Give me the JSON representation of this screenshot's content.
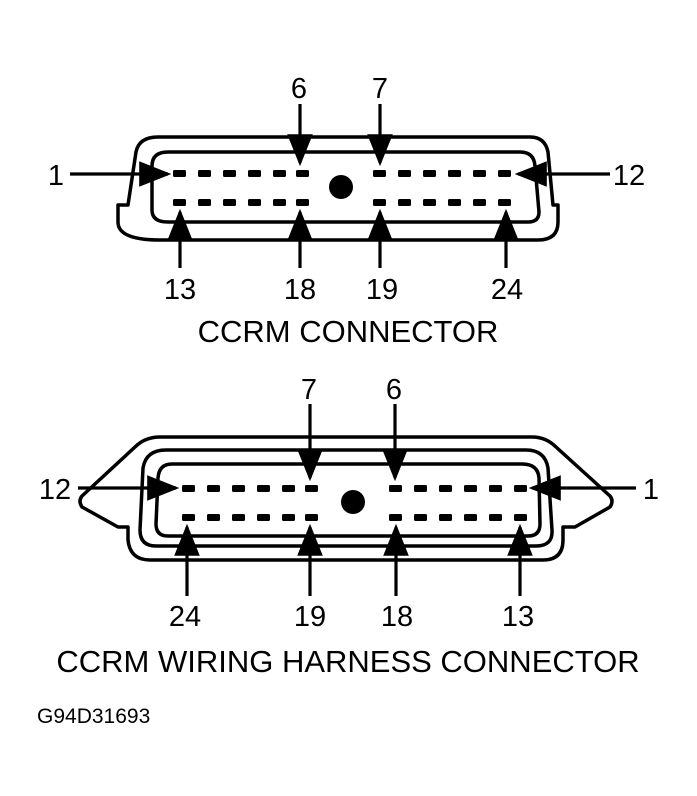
{
  "ccrm_connector": {
    "title": "CCRM CONNECTOR",
    "pins": {
      "top_left": "1",
      "top_mid_left": "6",
      "top_mid_right": "7",
      "top_right": "12",
      "bottom_left": "13",
      "bottom_mid_left": "18",
      "bottom_mid_right": "19",
      "bottom_right": "24"
    }
  },
  "harness_connector": {
    "title": "CCRM WIRING HARNESS CONNECTOR",
    "pins": {
      "top_left": "12",
      "top_mid_left": "7",
      "top_mid_right": "6",
      "top_right": "1",
      "bottom_left": "24",
      "bottom_mid_left": "19",
      "bottom_mid_right": "18",
      "bottom_right": "13"
    }
  },
  "figure_code": "G94D31693",
  "colors": {
    "ink": "#000000",
    "background": "#ffffff"
  }
}
